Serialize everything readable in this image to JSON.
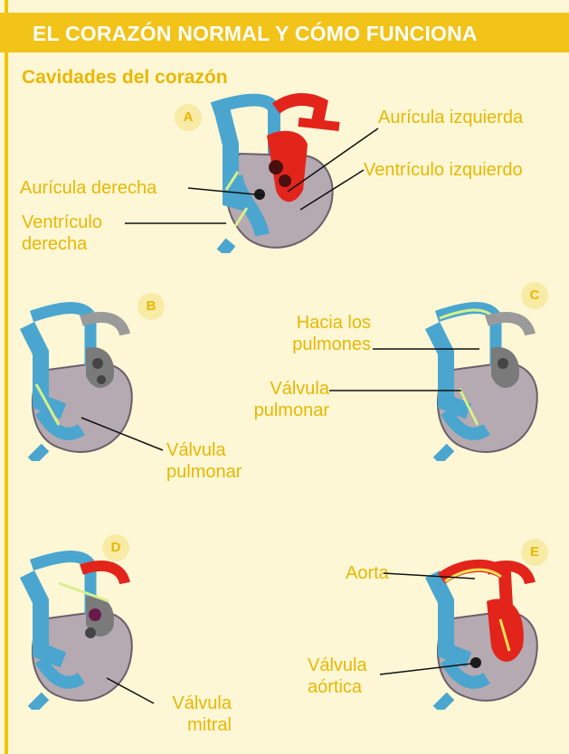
{
  "header": {
    "title": "EL CORAZÓN NORMAL Y CÓMO FUNCIONA"
  },
  "section": {
    "title": "Cavidades del corazón"
  },
  "colors": {
    "header_bg": "#f2c318",
    "label_text": "#e9b700",
    "badge_bg": "#f7eba6",
    "deoxygenated_blue": "#4aa6cf",
    "oxygenated_red": "#e3241b",
    "heart_gray": "#b5a9b2",
    "flow_green": "#d7f08a"
  },
  "panels": {
    "A": {
      "badge": "A",
      "labels": {
        "left_atrium": "Aurícula izquierda",
        "left_ventricle": "Ventrículo izquierdo",
        "right_atrium": "Aurícula derecha",
        "right_ventricle": "Ventrículo\nderecha"
      }
    },
    "B": {
      "badge": "B",
      "labels": {
        "valve": "Válvula\npulmonar"
      }
    },
    "C": {
      "badge": "C",
      "labels": {
        "to_lungs": "Hacia los\npulmones",
        "valve": "Válvula\npulmonar"
      }
    },
    "D": {
      "badge": "D",
      "labels": {
        "valve": "Válvula\nmitral"
      }
    },
    "E": {
      "badge": "E",
      "labels": {
        "aorta": "Aorta",
        "valve": "Válvula\naórtica"
      }
    }
  }
}
